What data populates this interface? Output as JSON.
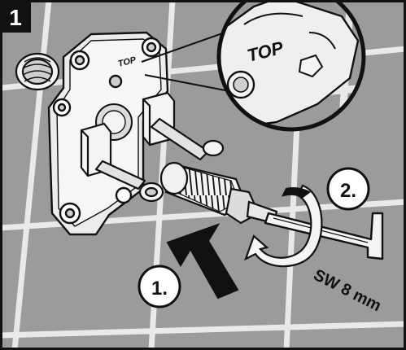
{
  "step": {
    "number": "1"
  },
  "zoom": {
    "label": "TOP"
  },
  "plate": {
    "label": "TOP"
  },
  "callouts": {
    "push": "1.",
    "turn": "2."
  },
  "tool": {
    "label": "SW 8 mm"
  },
  "colors": {
    "tile": "#9b9b9b",
    "grout": "#e9e9e9",
    "ink": "#111111",
    "metal": "#f4f4f4",
    "shade": "#cfcfcf"
  }
}
